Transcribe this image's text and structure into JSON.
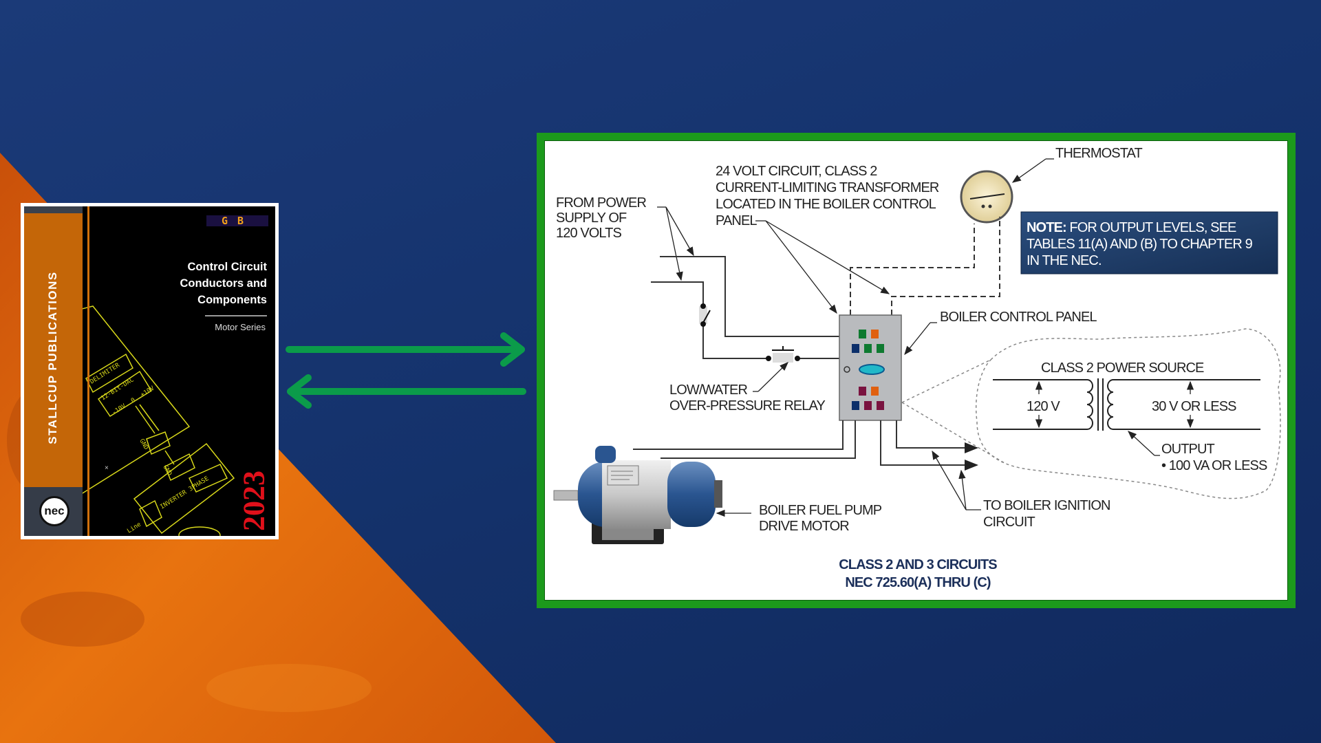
{
  "colors": {
    "background_navy": "#15336d",
    "background_orange": "#d8640e",
    "arrow_green": "#0b9b4a",
    "frame_green": "#1c9a1c",
    "note_box": "#1f3d69",
    "caption_navy": "#1b2f5a"
  },
  "book": {
    "publisher": "STALLCUP PUBLICATIONS",
    "logo_text": "GB",
    "title_lines": [
      "Control Circuit",
      "Conductors and",
      "Components"
    ],
    "series": "Motor Series",
    "year": "2023",
    "badge_text": "nec",
    "schematic_labels": {
      "delimiter": "DELIMITER",
      "dac": "12-Bit-DAC",
      "range": "-10V..0..+10V",
      "gnd1": "GND",
      "gnd2": "GND",
      "inverter": "INVERTER 3PHASE",
      "line": "Line"
    }
  },
  "arrows": {
    "right": "arrow-right-icon",
    "left": "arrow-left-icon"
  },
  "diagram": {
    "thermostat": "THERMOSTAT",
    "transformer_lines": [
      "24 VOLT CIRCUIT, CLASS 2",
      "CURRENT-LIMITING TRANSFORMER",
      "LOCATED IN THE BOILER CONTROL",
      "PANEL"
    ],
    "power_supply_lines": [
      "FROM POWER",
      "SUPPLY OF",
      "120 VOLTS"
    ],
    "note_label": "NOTE:",
    "note_lines": [
      " FOR OUTPUT LEVELS, SEE",
      "TABLES 11(A) AND (B) TO CHAPTER 9",
      "IN THE NEC."
    ],
    "control_panel": "BOILER CONTROL PANEL",
    "relay_lines": [
      "LOW/WATER",
      "OVER-PRESSURE RELAY"
    ],
    "power_source": "CLASS 2 POWER SOURCE",
    "input_voltage": "120 V",
    "output_voltage": "30 V OR LESS",
    "output_lines": [
      "OUTPUT",
      "• 100 VA OR LESS"
    ],
    "motor_lines": [
      "BOILER FUEL PUMP",
      "DRIVE MOTOR"
    ],
    "ignition_lines": [
      "TO BOILER IGNITION",
      "CIRCUIT"
    ],
    "caption_lines": [
      "CLASS 2 AND 3 CIRCUITS",
      "NEC 725.60(A) THRU (C)"
    ]
  }
}
